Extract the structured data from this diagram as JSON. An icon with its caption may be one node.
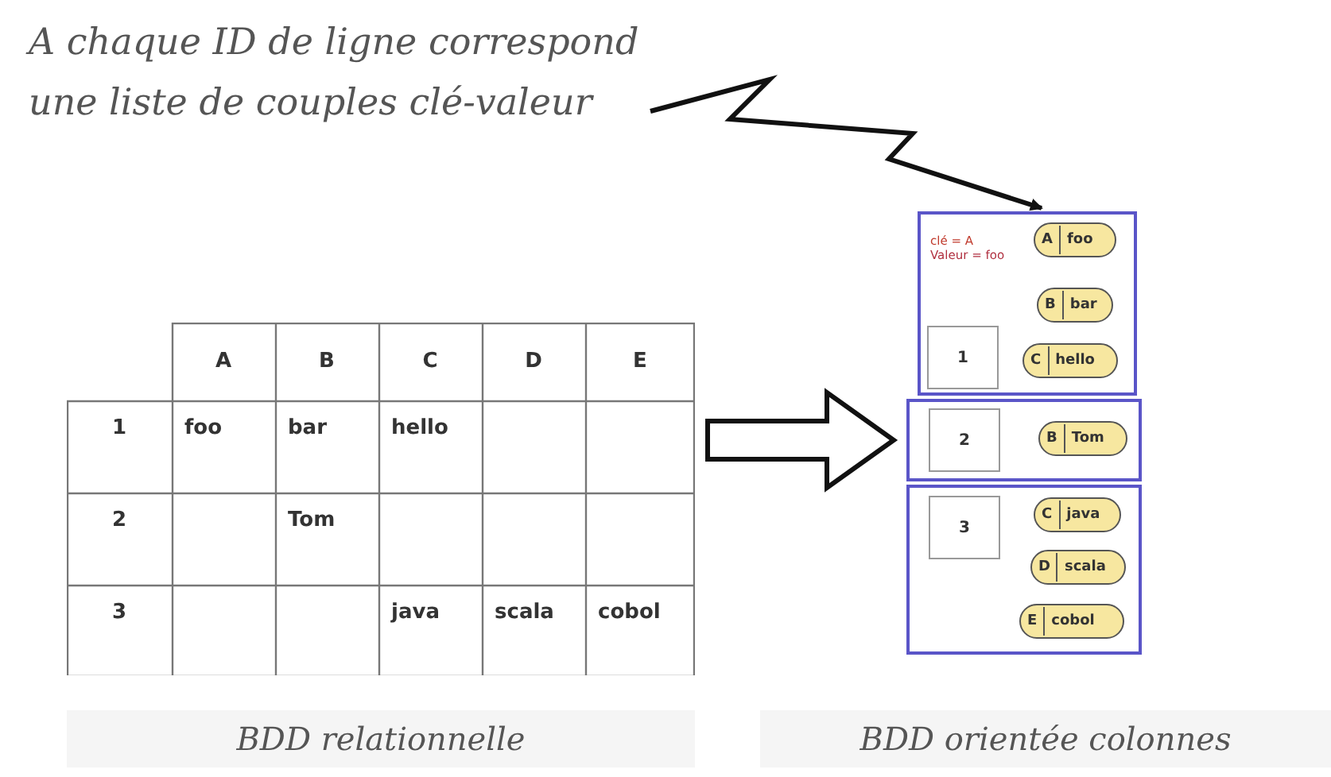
{
  "diagram": {
    "nodes": [
      {
        "text": [
          "A chaque ID de ligne correspond une liste de couples clé-valeur"
        ]
      },
      {
        "text": [],
        "shape": "table"
      },
      {
        "text": [
          "clé = A",
          "Valeur = foo"
        ]
      },
      {
        "text": [
          "1"
        ],
        "in": 2
      },
      {
        "text": [
          "A",
          "foo"
        ],
        "in": 2
      },
      {
        "text": [
          "B",
          "bar"
        ],
        "in": 2
      },
      {
        "text": [
          "C",
          "hello"
        ],
        "in": 2
      },
      {
        "text": [],
        "shape": "box"
      },
      {
        "text": [
          "2"
        ],
        "in": 7
      },
      {
        "text": [
          "B",
          "Tom"
        ],
        "in": 7
      },
      {
        "text": [],
        "shape": "box"
      },
      {
        "text": [
          "3"
        ],
        "in": 10
      },
      {
        "text": [
          "C",
          "java"
        ],
        "in": 10
      },
      {
        "text": [
          "D",
          "scala"
        ],
        "in": 10
      },
      {
        "text": [
          "E",
          "cobol"
        ],
        "in": 10
      }
    ],
    "edges": [
      {
        "from": 0,
        "to": 2,
        "arrow": "to"
      },
      {
        "from": 1,
        "to": 7,
        "arrow": "to",
        "style": "thick"
      }
    ],
    "labels": [
      "A",
      "B",
      "C",
      "D",
      "E",
      "1",
      "foo",
      "bar",
      "hello",
      "2",
      "Tom",
      "3",
      "java",
      "scala",
      "cobol",
      "BDD relationnelle",
      "BDD orientée colonnes"
    ]
  }
}
